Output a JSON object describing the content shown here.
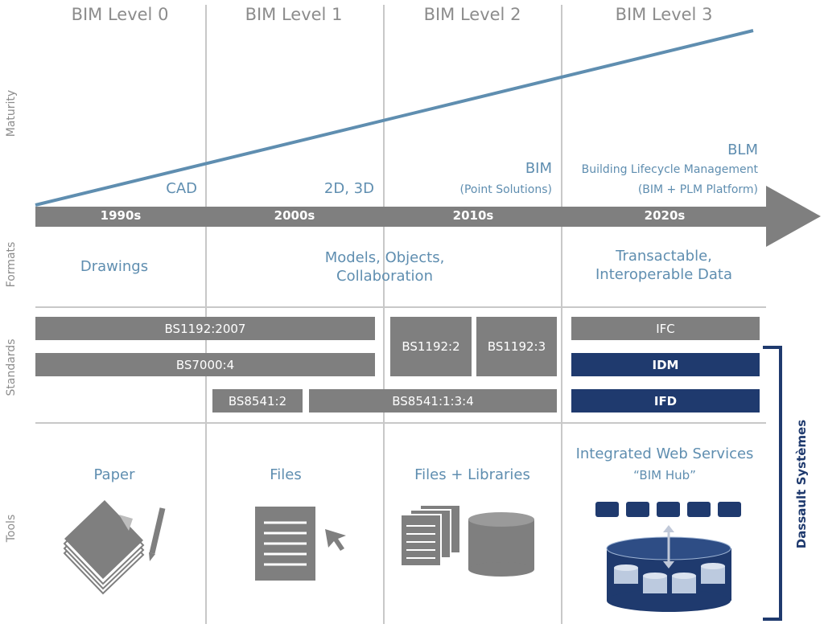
{
  "levels": [
    "BIM Level 0",
    "BIM Level 1",
    "BIM Level 2",
    "BIM Level 3"
  ],
  "row_labels": {
    "maturity": "Maturity",
    "formats": "Formats",
    "standards": "Standards",
    "tools": "Tools"
  },
  "phases": {
    "cad": "CAD",
    "two_three_d": "2D, 3D",
    "bim": "BIM",
    "bim_sub": "(Point Solutions)",
    "blm": "BLM",
    "blm_sub1": "Building Lifecycle Management",
    "blm_sub2": "(BIM + PLM Platform)"
  },
  "decades": [
    "1990s",
    "2000s",
    "2010s",
    "2020s"
  ],
  "formats": {
    "drawings": "Drawings",
    "models_line1": "Models, Objects,",
    "models_line2": "Collaboration",
    "trans_line1": "Transactable,",
    "trans_line2": "Interoperable Data"
  },
  "standards": {
    "bs1192_2007": "BS1192:2007",
    "bs7000_4": "BS7000:4",
    "bs8541_2": "BS8541:2",
    "bs8541_134": "BS8541:1:3:4",
    "bs1192_2": "BS1192:2",
    "bs1192_3": "BS1192:3",
    "ifc": "IFC",
    "idm": "IDM",
    "ifd": "IFD"
  },
  "tools": {
    "paper": "Paper",
    "files": "Files",
    "files_libraries": "Files + Libraries",
    "web_services": "Integrated Web Services",
    "bim_hub": "“BIM Hub”"
  },
  "vendor": "Dassault Systèmes",
  "colors": {
    "steel_blue": "#5f8eb0",
    "gray": "#7f7f7f",
    "navy": "#1f3a6e",
    "grid": "#c8c8c8"
  }
}
